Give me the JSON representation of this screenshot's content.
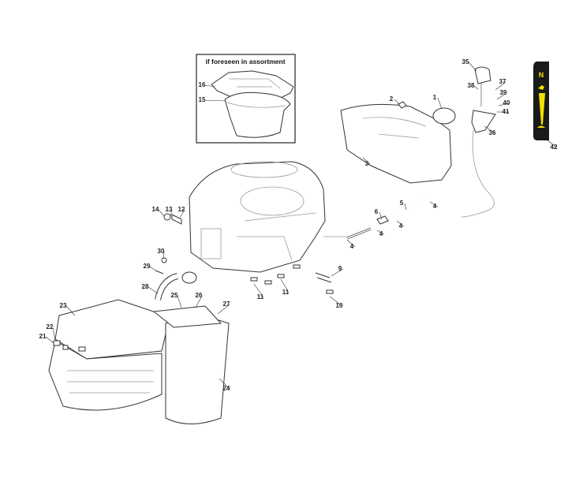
{
  "inset": {
    "title": "if foreseen in assortment"
  },
  "decal": {
    "letter": "N",
    "color_bg": "#1a1a1a",
    "color_fg": "#f2e000"
  },
  "callouts": [
    "16",
    "15",
    "35",
    "38",
    "37",
    "39",
    "40",
    "41",
    "36",
    "42",
    "2",
    "1",
    "3",
    "5",
    "6",
    "4",
    "4",
    "4",
    "4",
    "14",
    "13",
    "12",
    "30",
    "29",
    "28",
    "9",
    "11",
    "11",
    "10",
    "23",
    "25",
    "26",
    "27",
    "22",
    "21",
    "24"
  ]
}
